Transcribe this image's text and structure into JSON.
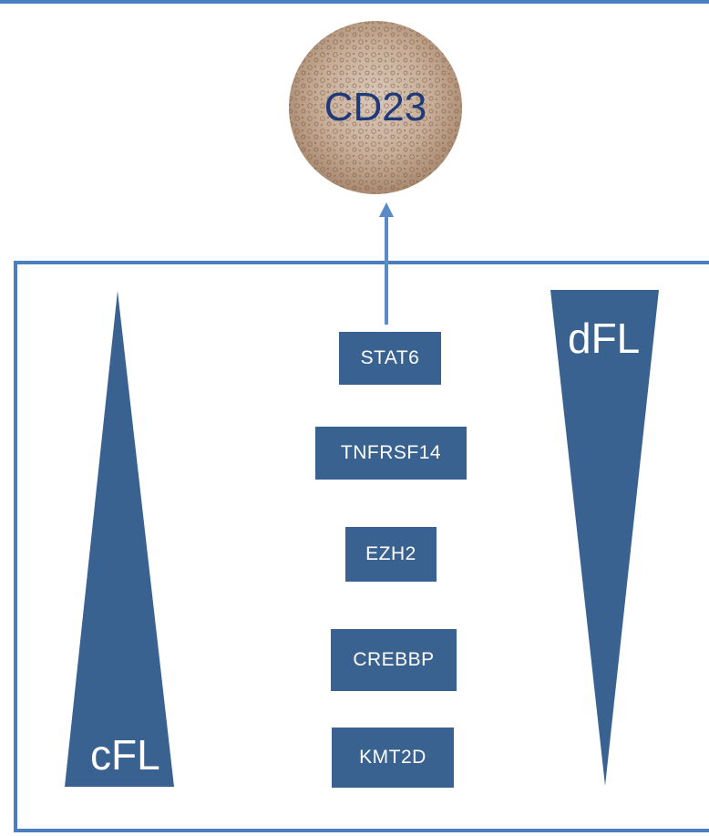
{
  "marker": {
    "label": "CD23"
  },
  "left_wedge": {
    "label": "cFL"
  },
  "right_wedge": {
    "label": "dFL"
  },
  "genes": [
    {
      "label": "STAT6"
    },
    {
      "label": "TNFRSF14"
    },
    {
      "label": "EZH2"
    },
    {
      "label": "CREBBP"
    },
    {
      "label": "KMT2D"
    }
  ],
  "colors": {
    "frame": "#4a7ec0",
    "wedge_fill": "#3a6291",
    "gene_box_fill": "#3a6291",
    "gene_text": "#ffffff",
    "cd23_text": "#1f3a78",
    "stain_base": "#c9b5a5"
  }
}
